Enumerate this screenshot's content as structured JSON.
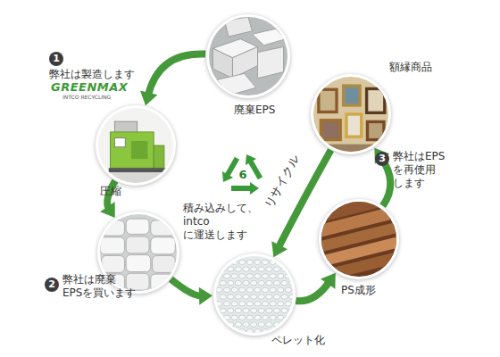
{
  "diagram": {
    "nodes": [
      {
        "text": [
          "廃棄EPS"
        ]
      },
      {
        "text": [
          "弊社は製造します"
        ]
      },
      {
        "text": [
          "額縁商品"
        ]
      },
      {
        "text": [
          "弊社は廃棄 EPSを買います"
        ]
      },
      {
        "text": [
          "ペレット化"
        ]
      },
      {
        "text": [
          "PS成形"
        ]
      }
    ],
    "edges": [
      {
        "from": 0,
        "to": 1,
        "arrow": "to"
      },
      {
        "from": 1,
        "to": 3,
        "label": "圧縮",
        "arrow": "to"
      },
      {
        "from": 3,
        "to": 4,
        "label": "積み込みして、 intco に運送します",
        "arrow": "to"
      },
      {
        "from": 4,
        "to": 5,
        "arrow": "to"
      },
      {
        "from": 5,
        "to": 2,
        "arrow": "to"
      },
      {
        "from": 2,
        "to": 4,
        "label": "リサイクル",
        "arrow": "to"
      }
    ],
    "labels": [
      "1",
      "2",
      "3",
      "6",
      "GREENMAX",
      "INTCO RECYCLING",
      "弊社はEPS を再使用 します"
    ]
  }
}
